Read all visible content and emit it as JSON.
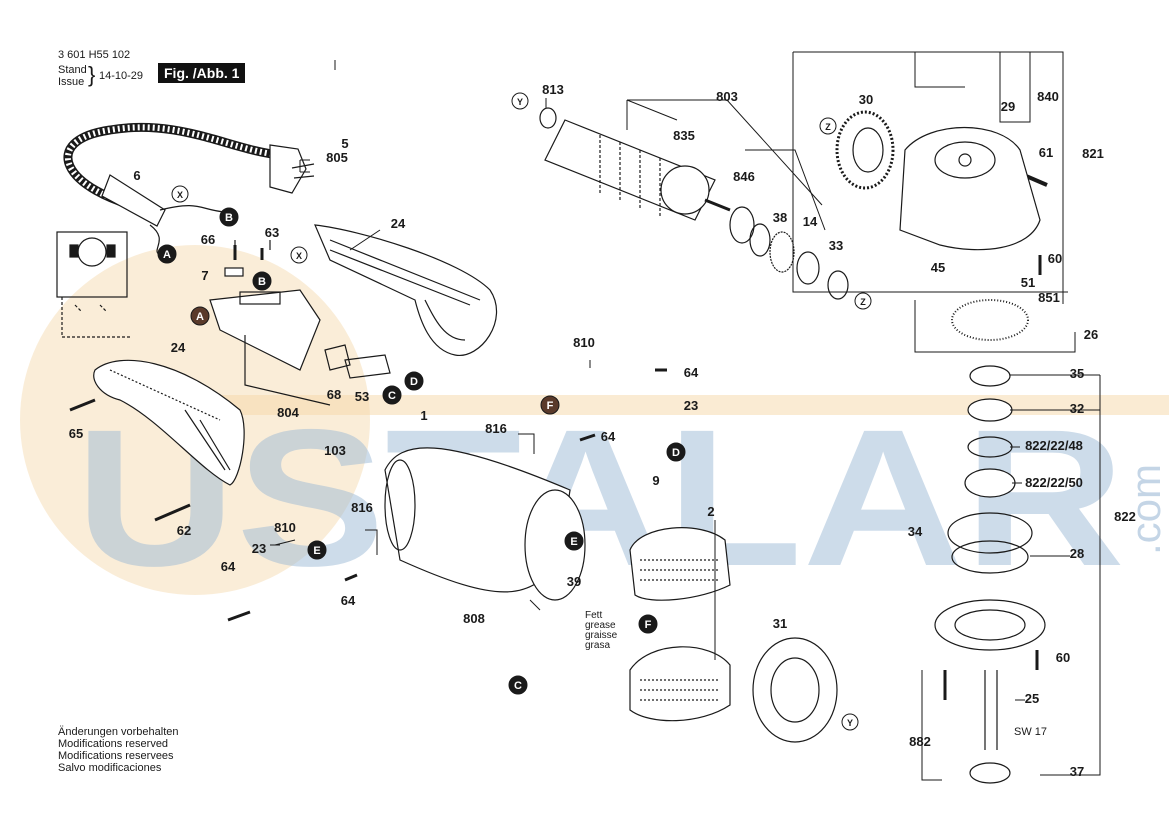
{
  "header": {
    "doc_number": "3 601 H55 102",
    "stand_label": "Stand",
    "issue_label": "Issue",
    "date": "14-10-29",
    "figure_label": "Fig. /Abb. 1"
  },
  "footer": {
    "modifications": [
      "Änderungen vorbehalten",
      "Modifications reserved",
      "Modifications reservees",
      "Salvo modificaciones"
    ]
  },
  "grease_note": [
    "Fett",
    "grease",
    "graisse",
    "grasa"
  ],
  "sw_label": "SW 17",
  "watermark": {
    "text": "USTALAR",
    "suffix": ".com",
    "color_blue": "#9dbad6",
    "color_orange": "#f5d7a8"
  },
  "connector_letters": [
    "A",
    "B",
    "C",
    "D",
    "E",
    "F",
    "X",
    "Y",
    "Z"
  ],
  "part_labels": [
    "813",
    "803",
    "30",
    "840",
    "29",
    "835",
    "821",
    "61",
    "846",
    "38",
    "14",
    "33",
    "60",
    "45",
    "51",
    "851",
    "26",
    "5",
    "805",
    "6",
    "66",
    "63",
    "7",
    "24",
    "804",
    "68",
    "53",
    "65",
    "62",
    "810",
    "64",
    "23",
    "816",
    "9",
    "103",
    "1",
    "2",
    "39",
    "808",
    "31",
    "35",
    "32",
    "822/22/48",
    "822/22/50",
    "822",
    "34",
    "28",
    "25",
    "882",
    "37"
  ],
  "colors": {
    "line": "#1a1a1a",
    "badge_dark": "#1a1a1a",
    "badge_brown": "#5a3a2a"
  }
}
